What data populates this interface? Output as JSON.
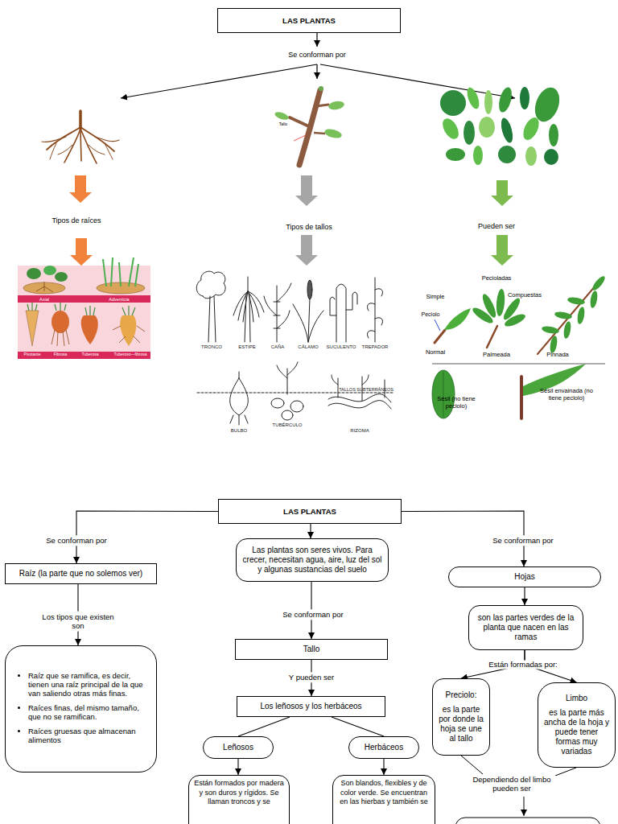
{
  "diagram": {
    "nodes": [
      {
        "text": [
          "LAS PLANTAS"
        ]
      },
      {
        "text": [
          "LAS PLANTAS"
        ]
      },
      {
        "text": [
          "Raíz (la parte que no solemos ver)"
        ]
      },
      {
        "text": [
          "Raíz que se ramifica, es decir, tienen una raíz principal de la que van saliendo otras más finas.",
          "Raíces finas, del mismo tamaño, que no se ramifican.",
          "Raíces gruesas que almacenan alimentos"
        ]
      },
      {
        "text": [
          "Las plantas son seres vivos. Para crecer, necesitan agua, aire, luz del sol y algunas sustancias del suelo"
        ]
      },
      {
        "text": [
          "Tallo"
        ]
      },
      {
        "text": [
          "Los leñosos y los herbáceos"
        ]
      },
      {
        "text": [
          "Leñosos"
        ]
      },
      {
        "text": [
          "Herbáceos"
        ]
      },
      {
        "text": [
          "Están formados por madera y son duros y rígidos. Se llaman troncos y se"
        ]
      },
      {
        "text": [
          "Son blandos, flexibles y de color verde. Se encuentran en las hierbas y también se"
        ]
      },
      {
        "text": [
          "Hojas"
        ]
      },
      {
        "text": [
          "son las partes verdes de la planta que nacen en las ramas"
        ]
      },
      {
        "text": [
          "Preciolo:",
          "es la parte por donde la hoja se une al tallo"
        ]
      },
      {
        "text": [
          "Limbo",
          "es la parte más ancha de la hoja y puede tener formas muy variadas"
        ]
      }
    ],
    "edges": [
      {
        "from": 1,
        "to": 2,
        "arrow": "to",
        "label": "Se conforman por"
      },
      {
        "from": 2,
        "to": 3,
        "arrow": "to",
        "label": "Los tipos que existen son"
      },
      {
        "from": 1,
        "to": 4,
        "arrow": "to"
      },
      {
        "from": 4,
        "to": 5,
        "arrow": "to",
        "label": "Se conforman por"
      },
      {
        "from": 5,
        "to": 6,
        "arrow": "to",
        "label": "Y pueden ser"
      },
      {
        "from": 6,
        "to": 7,
        "arrow": "none"
      },
      {
        "from": 6,
        "to": 8,
        "arrow": "none"
      },
      {
        "from": 7,
        "to": 9,
        "arrow": "to"
      },
      {
        "from": 8,
        "to": 10,
        "arrow": "to"
      },
      {
        "from": 1,
        "to": 11,
        "arrow": "to",
        "label": "Se conforman por"
      },
      {
        "from": 11,
        "to": 12,
        "arrow": "to"
      },
      {
        "from": 12,
        "to": 13,
        "arrow": "to"
      },
      {
        "from": 12,
        "to": 14,
        "arrow": "to"
      }
    ],
    "labels": [
      "Se conforman por",
      "Tallo",
      "Tipos de raíces",
      "Tipos de tallos",
      "Pueden ser",
      "Axial",
      "Adventicia",
      "Pivotante",
      "Fibrosa",
      "Tuberosa",
      "Tuberoso—fibrosa",
      "TRONCO",
      "ESTIPE",
      "CAÑA",
      "CÁLAMO",
      "SUCULENTO",
      "TREPADOR",
      "TALLOS SUBTERRÁNEOS",
      "BULBO",
      "TUBÉRCULO",
      "RIZOMA",
      "Pecioladas",
      "Simple",
      "Peciolo",
      "Normal",
      "Compuestas",
      "Palmeada",
      "Pinnada",
      "Sésil (no tiene peciolo)",
      "Sésil envainada (no tiene peciolo)",
      "Están formadas por:",
      "Dependiendo del limbo pueden ser"
    ]
  }
}
